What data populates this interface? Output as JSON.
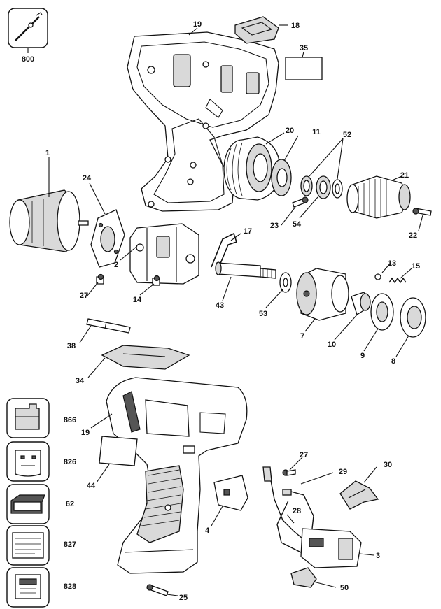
{
  "diagram": {
    "parts": [
      {
        "id": "p800",
        "label": "800"
      },
      {
        "id": "p19a",
        "label": "19"
      },
      {
        "id": "p18",
        "label": "18"
      },
      {
        "id": "p35",
        "label": "35"
      },
      {
        "id": "p20",
        "label": "20"
      },
      {
        "id": "p11",
        "label": "11"
      },
      {
        "id": "p52",
        "label": "52"
      },
      {
        "id": "p21",
        "label": "21"
      },
      {
        "id": "p1",
        "label": "1"
      },
      {
        "id": "p24",
        "label": "24"
      },
      {
        "id": "p23",
        "label": "23"
      },
      {
        "id": "p54",
        "label": "54"
      },
      {
        "id": "p22",
        "label": "22"
      },
      {
        "id": "p17",
        "label": "17"
      },
      {
        "id": "p2",
        "label": "2"
      },
      {
        "id": "p27a",
        "label": "27"
      },
      {
        "id": "p14",
        "label": "14"
      },
      {
        "id": "p43",
        "label": "43"
      },
      {
        "id": "p53",
        "label": "53"
      },
      {
        "id": "p13",
        "label": "13"
      },
      {
        "id": "p15",
        "label": "15"
      },
      {
        "id": "p7",
        "label": "7"
      },
      {
        "id": "p10",
        "label": "10"
      },
      {
        "id": "p9",
        "label": "9"
      },
      {
        "id": "p8",
        "label": "8"
      },
      {
        "id": "p38",
        "label": "38"
      },
      {
        "id": "p34",
        "label": "34"
      },
      {
        "id": "p866",
        "label": "866"
      },
      {
        "id": "p19b",
        "label": "19"
      },
      {
        "id": "p826",
        "label": "826"
      },
      {
        "id": "p44",
        "label": "44"
      },
      {
        "id": "p27b",
        "label": "27"
      },
      {
        "id": "p30",
        "label": "30"
      },
      {
        "id": "p29",
        "label": "29"
      },
      {
        "id": "p62",
        "label": "62"
      },
      {
        "id": "p4",
        "label": "4"
      },
      {
        "id": "p28",
        "label": "28"
      },
      {
        "id": "p827",
        "label": "827"
      },
      {
        "id": "p3",
        "label": "3"
      },
      {
        "id": "p828",
        "label": "828"
      },
      {
        "id": "p50",
        "label": "50"
      },
      {
        "id": "p25",
        "label": "25"
      }
    ]
  }
}
